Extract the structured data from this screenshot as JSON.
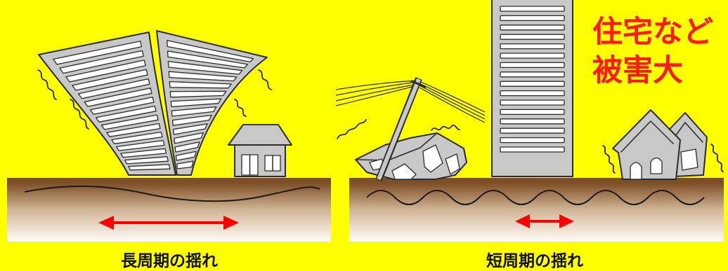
{
  "colors": {
    "background": "#FFFF00",
    "headline": "#FF1A1A",
    "arrow": "#FF0000",
    "ground_top": "#7E4E26",
    "ground_mid": "#D2B596",
    "ground_bottom": "#FFFCF8",
    "structure_fill": "#C8C8C8",
    "outline": "#2B2B2B",
    "window": "#FFFFFF",
    "label_text": "#111111"
  },
  "headline": {
    "line1": "住宅など",
    "line2": "被害大"
  },
  "long_period_panel": {
    "label": "長周期の揺れ",
    "icons": [
      "swaying-high-rise-icon",
      "small-house-icon",
      "motion-lines-icon",
      "double-headed-arrow-icon"
    ]
  },
  "short_period_panel": {
    "label": "短周期の揺れ",
    "icons": [
      "high-rise-building-icon",
      "leaning-utility-pole-icon",
      "collapsed-house-icon",
      "damaged-house-icon",
      "motion-lines-icon",
      "double-headed-arrow-icon"
    ]
  }
}
